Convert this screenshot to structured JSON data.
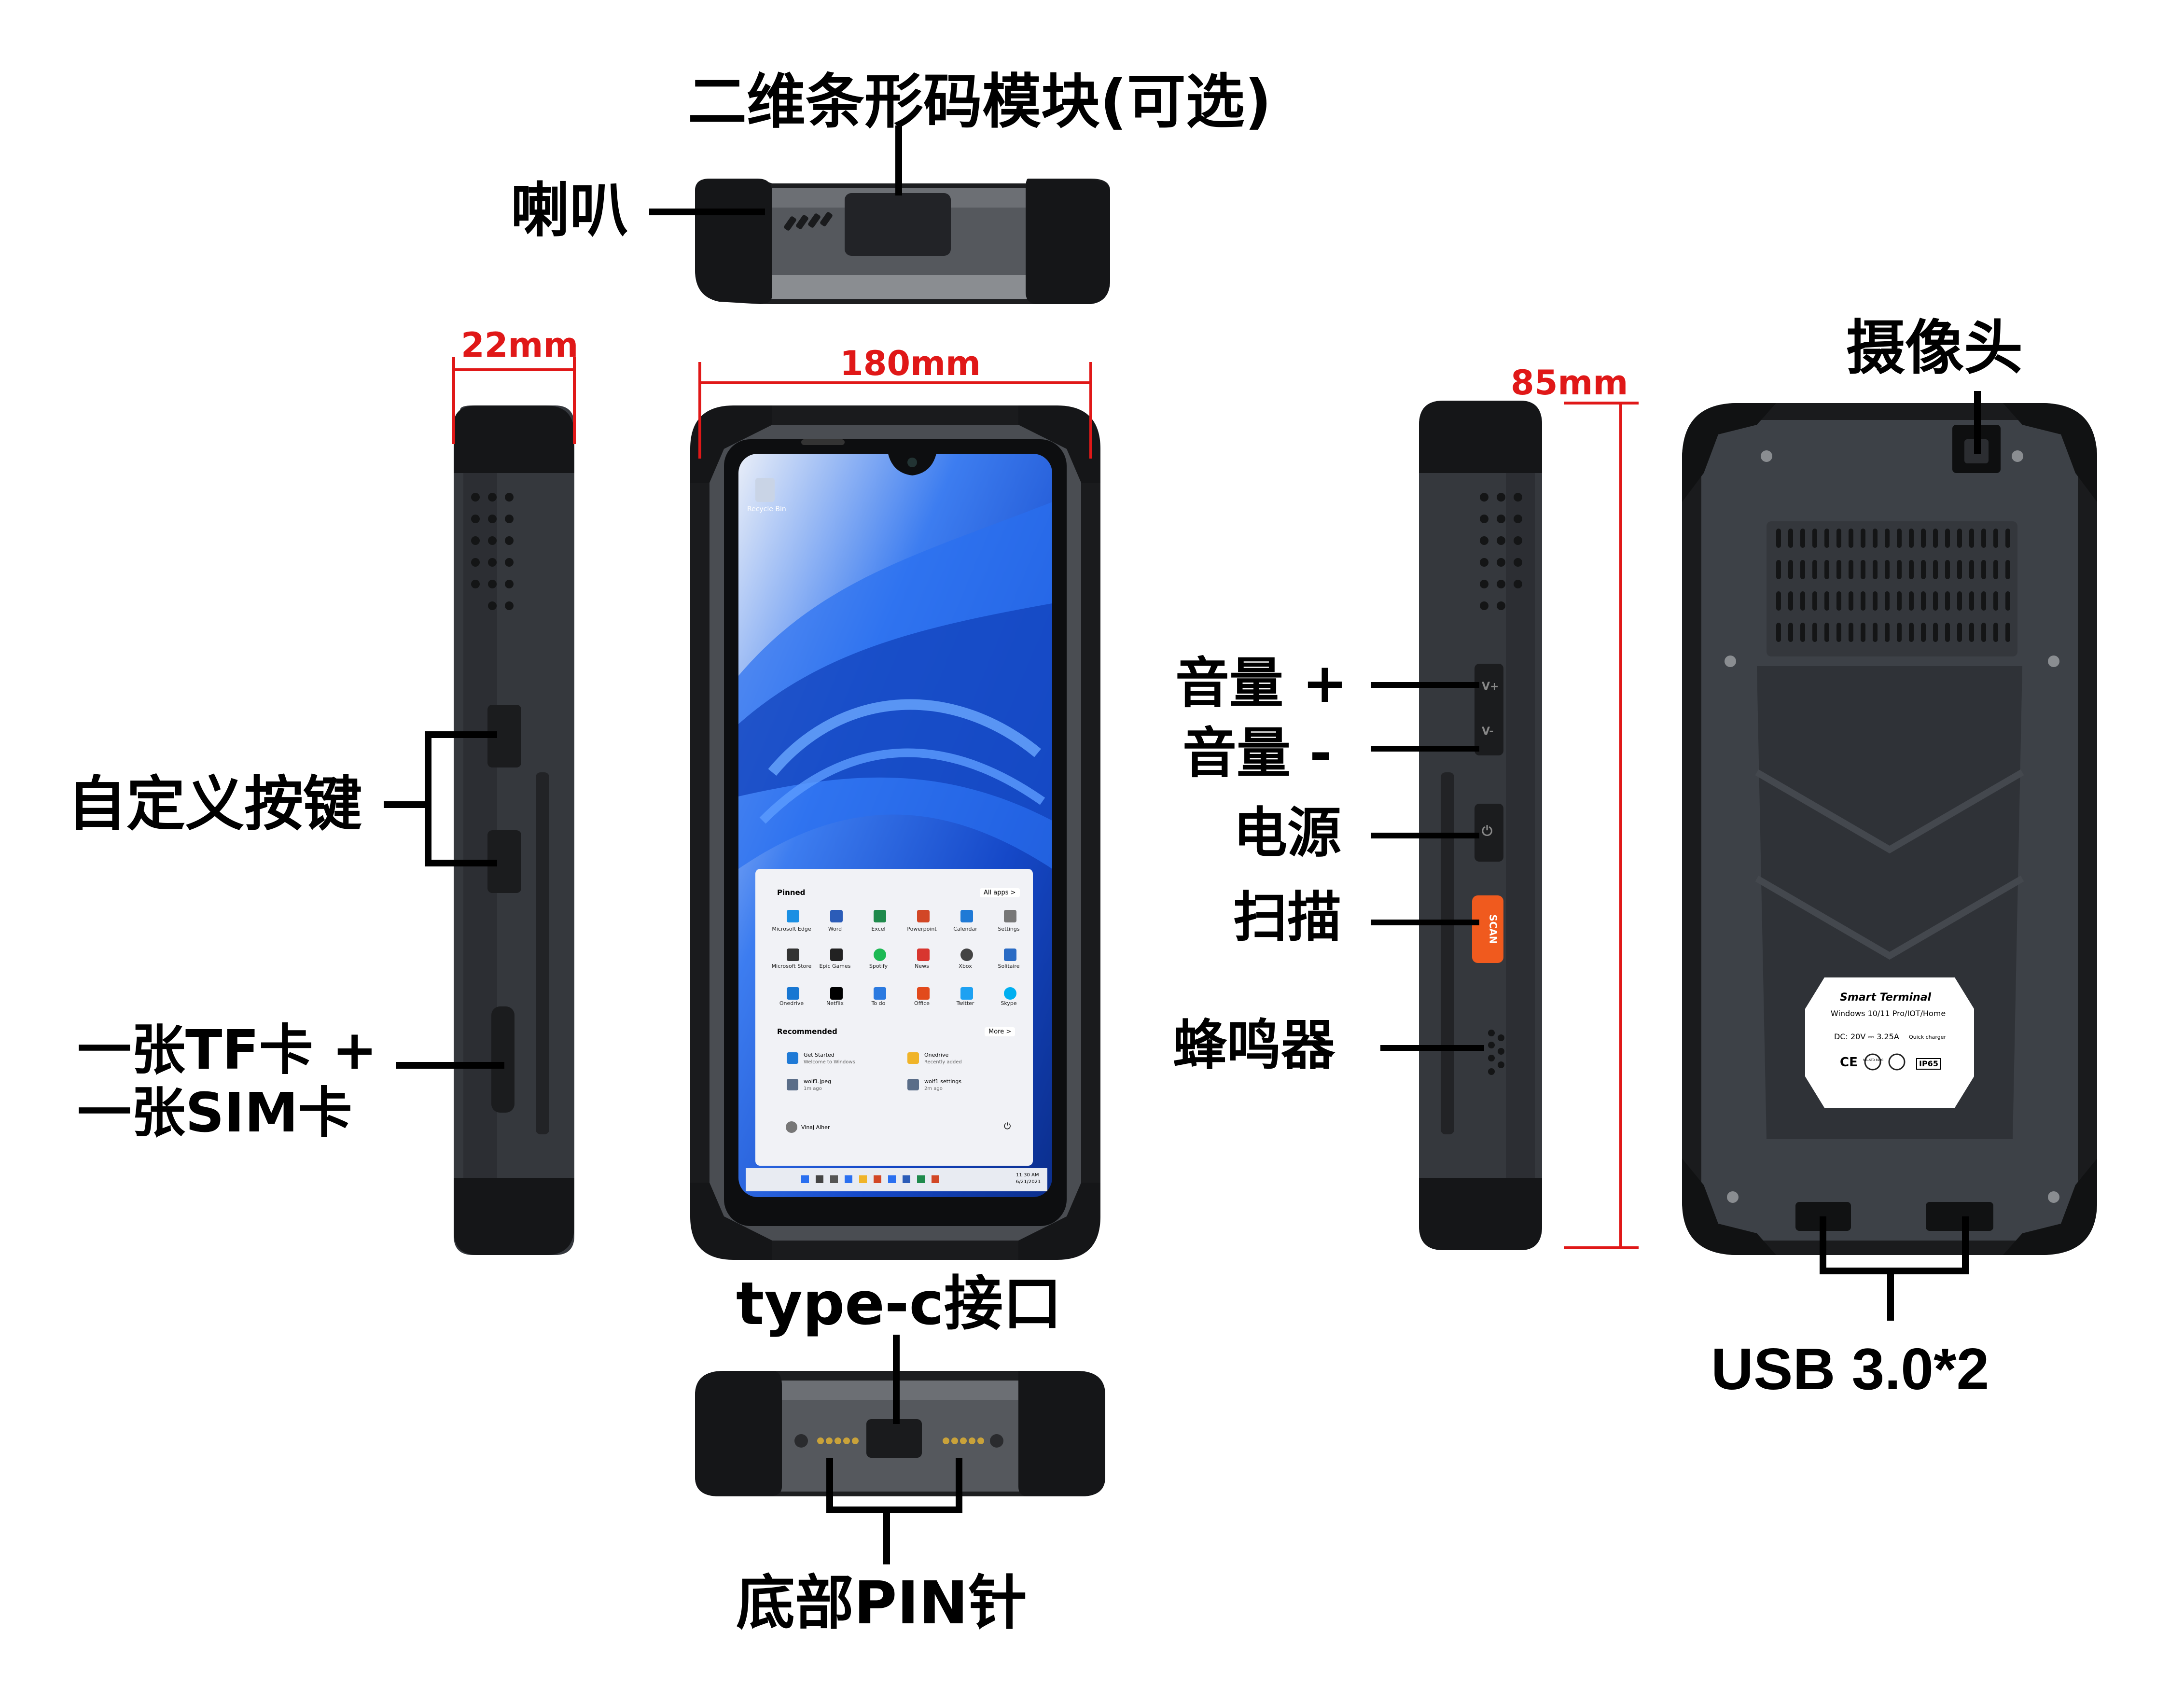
{
  "labels": {
    "barcode_module": "二维条形码模块(可选)",
    "speaker": "喇叭",
    "custom_keys": "自定义按键",
    "tf_card": "一张TF卡 +",
    "sim_card": "一张SIM卡",
    "type_c": "type-c接口",
    "bottom_pin": "底部PIN针",
    "volume_up": "音量 +",
    "volume_down": "音量 -",
    "power": "电源",
    "scan": "扫描",
    "buzzer": "蜂鸣器",
    "camera": "摄像头",
    "usb": "USB 3.0*2"
  },
  "dimensions": {
    "thickness": "22mm",
    "height": "180mm",
    "width": "85mm"
  },
  "screen": {
    "desktop_icon": "Recycle Bin",
    "start_menu": {
      "pinned_label": "Pinned",
      "all_apps": "All apps  >",
      "apps": [
        "Microsoft Edge",
        "Word",
        "Excel",
        "Powerpoint",
        "Calendar",
        "Settings",
        "Microsoft Store",
        "Epic Games",
        "Spotify",
        "News",
        "Xbox",
        "Solitaire",
        "Onedrive",
        "Netflix",
        "To do",
        "Office",
        "Twitter",
        "Skype"
      ],
      "recommended_label": "Recommended",
      "more": "More  >",
      "recommended": [
        {
          "title": "Get Started",
          "sub": "Welcome to Windows"
        },
        {
          "title": "Onedrive",
          "sub": "Recently added"
        },
        {
          "title": "wolf1.jpeg",
          "sub": "1m ago"
        },
        {
          "title": "wolf1 settings",
          "sub": "2m ago"
        }
      ],
      "user": "Vinaj Alher"
    },
    "clock": "11:30 AM",
    "date": "6/21/2021"
  },
  "back_label": {
    "brand": "Smart Terminal",
    "os": "Windows 10/11 Pro/IOT/Home",
    "dc": "DC: 20V ⎓ 3.25A",
    "dc_note": "Quick charger",
    "cert_ce": "CE",
    "cert_mil": "MIL-STD 810G",
    "cert_ip": "IP65"
  },
  "side_buttons": {
    "volume_up_mark": "V+",
    "volume_down_mark": "V-",
    "scan_mark": "SCAN"
  },
  "colors": {
    "dimension_red": "#e01818",
    "scan_orange": "#f05a1e",
    "device_body": "#3c4046",
    "bumper": "#1b1c1e",
    "wallpaper_blue": "#1f5fe0"
  }
}
